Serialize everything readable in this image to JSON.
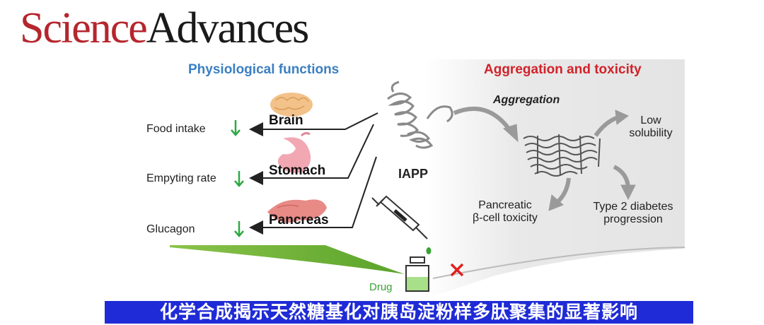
{
  "journal": {
    "part1": "Science",
    "part2": "Advances"
  },
  "left_panel": {
    "title": "Physiological functions",
    "effects": [
      {
        "label": "Food intake",
        "organ": "Brain"
      },
      {
        "label": "Empyting rate",
        "organ": "Stomach"
      },
      {
        "label": "Glucagon",
        "organ": "Pancreas"
      }
    ]
  },
  "center": {
    "protein": "IAPP",
    "drug": "Drug"
  },
  "right_panel": {
    "title": "Aggregation and toxicity",
    "aggregation": "Aggregation",
    "low_solubility": [
      "Low",
      "solubility"
    ],
    "beta_cell": [
      "Pancreatic",
      "β-cell toxicity"
    ],
    "diabetes": [
      "Type 2 diabetes",
      "progression"
    ]
  },
  "caption": "化学合成揭示天然糖基化对胰岛淀粉样多肽聚集的显著影响",
  "colors": {
    "blue_title": "#3a7fc1",
    "red_title": "#d1232a",
    "down_arrow": "#2ea843",
    "caption_bg": "#1f2bd6",
    "wedge": "#7dc242",
    "x_mark": "#e02020"
  }
}
